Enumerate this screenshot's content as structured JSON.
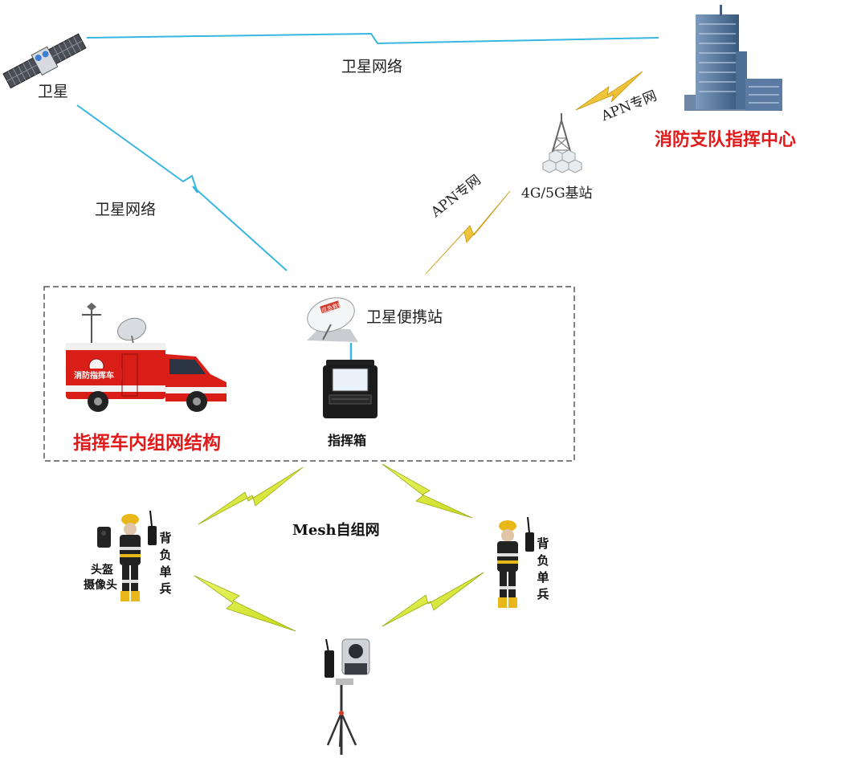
{
  "labels": {
    "satellite": "卫星",
    "satellite_network_top": "卫星网络",
    "satellite_network_left": "卫星网络",
    "apn_upper": "APN专网",
    "apn_lower": "APN专网",
    "base_station": "4G/5G基站",
    "command_center": "消防支队指挥中心",
    "portable_station": "卫星便携站",
    "command_box": "指挥箱",
    "vehicle_network": "指挥车内组网结构",
    "mesh": "Mesh自组网",
    "backpack_left": "背负单兵",
    "backpack_right": "背负单兵",
    "helmet_camera_line1": "头盔",
    "helmet_camera_line2": "摄像头",
    "vehicle_body_text": "消防指挥车",
    "station_dish_text": "应急救援"
  },
  "colors": {
    "satellite_link": "#39b6e0",
    "apn_link": "#f3c21a",
    "mesh_link": "#d8ea1e",
    "title_red": "#e01a1a",
    "truck_red": "#d91e18"
  },
  "icons": [
    "satellite-icon",
    "building-icon",
    "cell-tower-icon",
    "satellite-dish-icon",
    "command-box-icon",
    "command-vehicle-icon",
    "firefighter-icon",
    "radio-icon",
    "helmet-camera-icon",
    "ptz-camera-icon",
    "tripod-icon"
  ]
}
